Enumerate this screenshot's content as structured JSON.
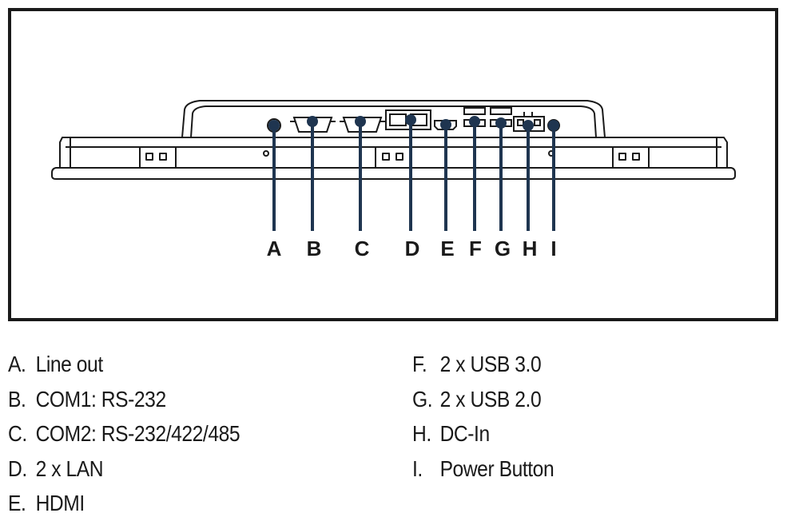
{
  "colors": {
    "outline": "#1a1a1a",
    "callout": "#1f3550",
    "background": "#ffffff"
  },
  "callouts": [
    {
      "key": "A",
      "text": "Line out"
    },
    {
      "key": "B",
      "text": "COM1: RS-232"
    },
    {
      "key": "C",
      "text": "COM2: RS-232/422/485"
    },
    {
      "key": "D",
      "text": "2 x LAN"
    },
    {
      "key": "E",
      "text": "HDMI"
    },
    {
      "key": "F",
      "text": "2 x USB 3.0"
    },
    {
      "key": "G",
      "text": "2 x USB 2.0"
    },
    {
      "key": "H",
      "text": "DC-In"
    },
    {
      "key": "I",
      "text": "Power Button"
    }
  ],
  "legend": {
    "left": [
      {
        "key": "A.",
        "text": "Line out"
      },
      {
        "key": "B.",
        "text": "COM1: RS-232"
      },
      {
        "key": "C.",
        "text": "COM2: RS-232/422/485"
      },
      {
        "key": "D.",
        "text": "2 x LAN"
      },
      {
        "key": "E.",
        "text": "HDMI"
      }
    ],
    "right": [
      {
        "key": "F.",
        "text": "2 x USB 3.0"
      },
      {
        "key": "G.",
        "text": "2 x USB 2.0"
      },
      {
        "key": "H.",
        "text": "DC-In"
      },
      {
        "key": "I.",
        "text": "Power Button"
      }
    ]
  }
}
